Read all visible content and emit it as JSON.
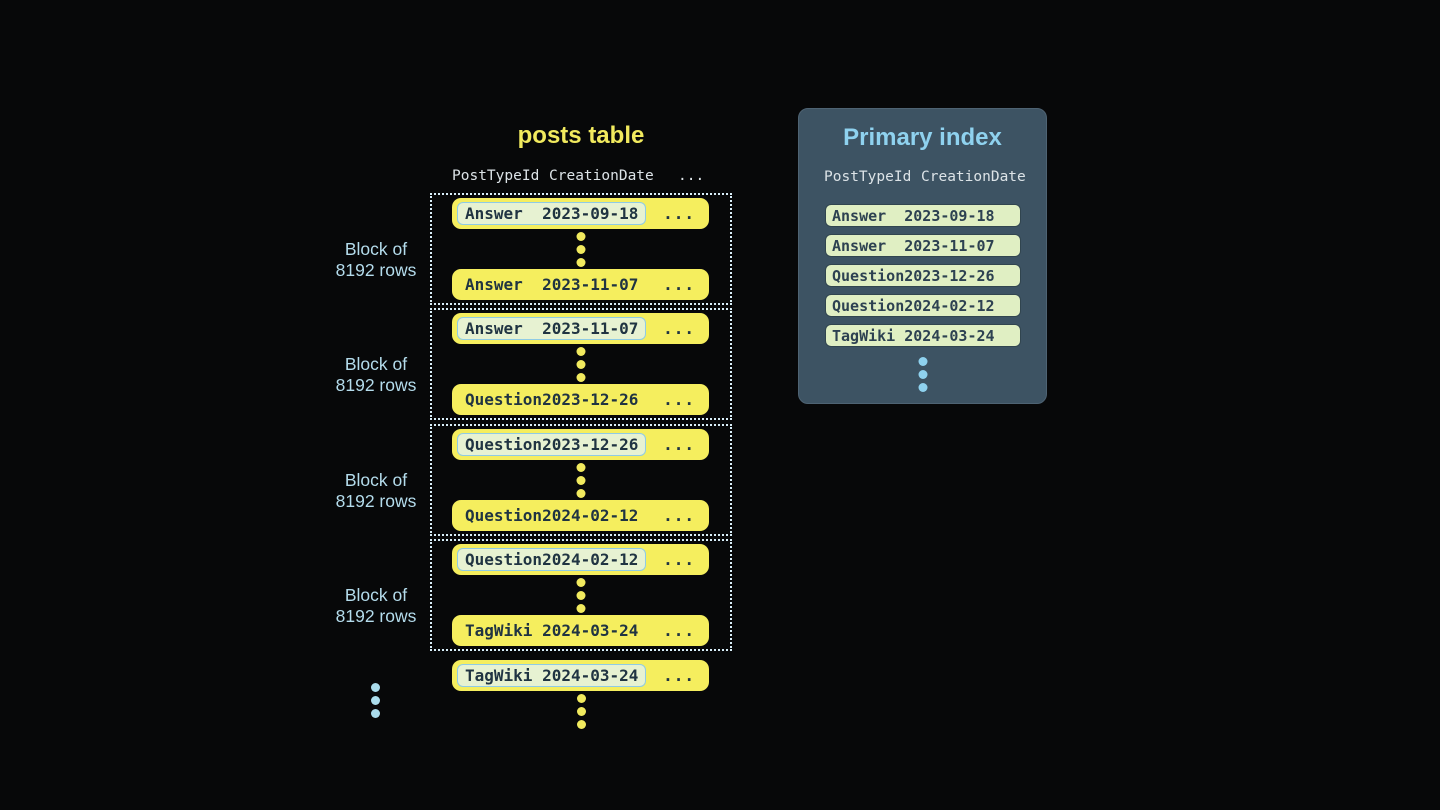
{
  "posts_table": {
    "title": "posts table",
    "columns": [
      "PostTypeId",
      "CreationDate",
      "..."
    ],
    "ellipsis": "...",
    "blocks": [
      {
        "label_line1": "Block of",
        "label_line2": "8192 rows",
        "first": {
          "type": "Answer",
          "date": "2023-09-18"
        },
        "last": {
          "type": "Answer",
          "date": "2023-11-07"
        }
      },
      {
        "label_line1": "Block of",
        "label_line2": "8192 rows",
        "first": {
          "type": "Answer",
          "date": "2023-11-07"
        },
        "last": {
          "type": "Question",
          "date": "2023-12-26"
        }
      },
      {
        "label_line1": "Block of",
        "label_line2": "8192 rows",
        "first": {
          "type": "Question",
          "date": "2023-12-26"
        },
        "last": {
          "type": "Question",
          "date": "2024-02-12"
        }
      },
      {
        "label_line1": "Block of",
        "label_line2": "8192 rows",
        "first": {
          "type": "Question",
          "date": "2024-02-12"
        },
        "last": {
          "type": "TagWiki",
          "date": "2024-03-24"
        }
      }
    ],
    "overflow_row": {
      "type": "TagWiki",
      "date": "2024-03-24"
    }
  },
  "primary_index": {
    "title": "Primary index",
    "columns": [
      "PostTypeId",
      "CreationDate"
    ],
    "rows": [
      {
        "type": "Answer",
        "date": "2023-09-18"
      },
      {
        "type": "Answer",
        "date": "2023-11-07"
      },
      {
        "type": "Question",
        "date": "2023-12-26"
      },
      {
        "type": "Question",
        "date": "2024-02-12"
      },
      {
        "type": "TagWiki",
        "date": "2024-03-24"
      }
    ]
  },
  "colors": {
    "background": "#070809",
    "table_row_yellow": "#f5ee5e",
    "highlight_fill": "#e7f2d2",
    "highlight_border": "#8fcbe5",
    "block_dotted_border": "#d8eef8",
    "accent_blue": "#8fd2ef",
    "label_blue": "#b4dcec",
    "panel_background": "#3d5363",
    "index_row_fill": "#e0efc3",
    "dark_text": "#203442",
    "yellow_accent": "#f1ea5e"
  }
}
